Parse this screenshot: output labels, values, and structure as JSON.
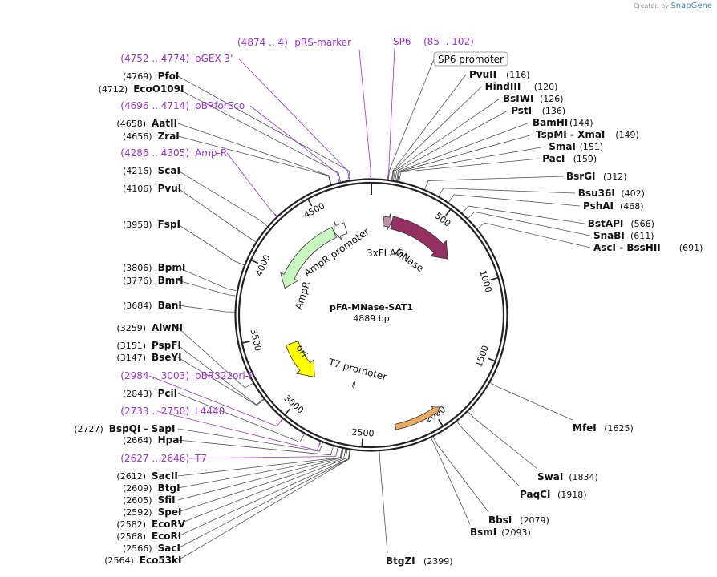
{
  "credit": {
    "prefix": "Created by",
    "brand": "SnapGene"
  },
  "plasmid": {
    "name": "pFA-MNase-SAT1",
    "length": "4889 bp",
    "total_bp": 4889
  },
  "colors": {
    "primer": "#a030d8",
    "mnase": "#963062",
    "flag": "#c48fa8",
    "ampr": "#c8f5c0",
    "ampr_promoter": "#ffffff",
    "ori": "#ffff00",
    "t7_promoter": "#ffffff",
    "orange_feature": "#e8a860"
  },
  "ticks": [
    {
      "bp": 500,
      "label": "500"
    },
    {
      "bp": 1000,
      "label": "1000"
    },
    {
      "bp": 1500,
      "label": "1500"
    },
    {
      "bp": 2000,
      "label": "2000"
    },
    {
      "bp": 2500,
      "label": "2500"
    },
    {
      "bp": 3000,
      "label": "3000"
    },
    {
      "bp": 3500,
      "label": "3500"
    },
    {
      "bp": 4000,
      "label": "4000"
    },
    {
      "bp": 4500,
      "label": "4500"
    }
  ],
  "features": [
    {
      "label": "MNase",
      "start": 170,
      "end": 730,
      "dir": "cw",
      "color": "#963062"
    },
    {
      "label": "3xFLAG",
      "start": 100,
      "end": 166,
      "dir": "cw",
      "color": "#c48fa8"
    },
    {
      "label": "AmpR",
      "start": 3900,
      "end": 4560,
      "dir": "ccw",
      "color": "#c8f5c0"
    },
    {
      "label": "AmpR promoter",
      "start": 4560,
      "end": 4665,
      "dir": "ccw",
      "color": "#ffffff"
    },
    {
      "label": "ori",
      "start": 3020,
      "end": 3400,
      "dir": "ccw",
      "color": "#ffff00"
    },
    {
      "label": "T7 promoter",
      "start": 2625,
      "end": 2645,
      "dir": "ccw",
      "color": "#ffffff"
    },
    {
      "label": "",
      "start": 1950,
      "end": 2280,
      "dir": "ccw",
      "color": "#e8a860"
    }
  ],
  "top_labels": [
    {
      "kind": "primer",
      "pos": "(4874 .. 4)",
      "name": "pRS-marker",
      "bp": 4885
    },
    {
      "kind": "primer",
      "pos": "(85 .. 102)",
      "name": "SP6",
      "bp": 93
    },
    {
      "kind": "box",
      "pos": "",
      "name": "SP6 promoter",
      "bp": 93
    }
  ],
  "right_labels": [
    {
      "name": "PvuII",
      "pos": "(116)",
      "bp": 116
    },
    {
      "name": "HindIII",
      "pos": "(120)",
      "bp": 120
    },
    {
      "name": "BsIWI",
      "pos": "(126)",
      "bp": 126
    },
    {
      "name": "PstI",
      "pos": "(136)",
      "bp": 136
    },
    {
      "name": "BamHI",
      "pos": "(144)",
      "bp": 144
    },
    {
      "name": "TspMI - XmaI",
      "pos": "(149)",
      "bp": 149
    },
    {
      "name": "SmaI",
      "pos": "(151)",
      "bp": 151
    },
    {
      "name": "PacI",
      "pos": "(159)",
      "bp": 159
    },
    {
      "name": "BsrGI",
      "pos": "(312)",
      "bp": 312
    },
    {
      "name": "Bsu36I",
      "pos": "(402)",
      "bp": 402
    },
    {
      "name": "PshAI",
      "pos": "(468)",
      "bp": 468
    },
    {
      "name": "BstAPI",
      "pos": "(566)",
      "bp": 566
    },
    {
      "name": "SnaBI",
      "pos": "(611)",
      "bp": 611
    },
    {
      "name": "AscI - BssHII",
      "pos": "(691)",
      "bp": 691
    }
  ],
  "right_lower_labels": [
    {
      "name": "MfeI",
      "pos": "(1625)",
      "bp": 1625
    },
    {
      "name": "SwaI",
      "pos": "(1834)",
      "bp": 1834
    },
    {
      "name": "PaqCI",
      "pos": "(1918)",
      "bp": 1918
    },
    {
      "name": "BbsI",
      "pos": "(2079)",
      "bp": 2079
    },
    {
      "name": "BsmI",
      "pos": "(2093)",
      "bp": 2093
    },
    {
      "name": "BtgZI",
      "pos": "(2399)",
      "bp": 2399
    }
  ],
  "left_labels": [
    {
      "kind": "primer",
      "name": "pGEX 3'",
      "pos": "(4752 .. 4774)",
      "bp": 4763
    },
    {
      "kind": "site",
      "name": "PfoI",
      "pos": "(4769)",
      "bp": 4769
    },
    {
      "kind": "site",
      "name": "EcoO109I",
      "pos": "(4712)",
      "bp": 4712
    },
    {
      "kind": "primer",
      "name": "pBRforEco",
      "pos": "(4696 .. 4714)",
      "bp": 4705
    },
    {
      "kind": "site",
      "name": "AatII",
      "pos": "(4658)",
      "bp": 4658
    },
    {
      "kind": "site",
      "name": "ZraI",
      "pos": "(4656)",
      "bp": 4656
    },
    {
      "kind": "primer",
      "name": "Amp-R",
      "pos": "(4286 .. 4305)",
      "bp": 4295
    },
    {
      "kind": "site",
      "name": "ScaI",
      "pos": "(4216)",
      "bp": 4216
    },
    {
      "kind": "site",
      "name": "PvuI",
      "pos": "(4106)",
      "bp": 4106
    },
    {
      "kind": "site",
      "name": "FspI",
      "pos": "(3958)",
      "bp": 3958
    },
    {
      "kind": "site",
      "name": "BpmI",
      "pos": "(3806)",
      "bp": 3806
    },
    {
      "kind": "site",
      "name": "BmrI",
      "pos": "(3776)",
      "bp": 3776
    },
    {
      "kind": "site",
      "name": "BanI",
      "pos": "(3684)",
      "bp": 3684
    },
    {
      "kind": "site",
      "name": "AlwNI",
      "pos": "(3259)",
      "bp": 3259
    },
    {
      "kind": "site",
      "name": "PspFI",
      "pos": "(3151)",
      "bp": 3151
    },
    {
      "kind": "site",
      "name": "BseYI",
      "pos": "(3147)",
      "bp": 3147
    },
    {
      "kind": "primer",
      "name": "pBR322ori-F",
      "pos": "(2984 .. 3003)",
      "bp": 2993
    },
    {
      "kind": "site",
      "name": "PciI",
      "pos": "(2843)",
      "bp": 2843
    },
    {
      "kind": "primer",
      "name": "L4440",
      "pos": "(2733 .. 2750)",
      "bp": 2741
    },
    {
      "kind": "site",
      "name": "BspQI - SapI",
      "pos": "(2727)",
      "bp": 2727
    },
    {
      "kind": "site",
      "name": "HpaI",
      "pos": "(2664)",
      "bp": 2664
    },
    {
      "kind": "primer",
      "name": "T7",
      "pos": "(2627 .. 2646)",
      "bp": 2636
    },
    {
      "kind": "site",
      "name": "SacII",
      "pos": "(2612)",
      "bp": 2612
    },
    {
      "kind": "site",
      "name": "BtgI",
      "pos": "(2609)",
      "bp": 2609
    },
    {
      "kind": "site",
      "name": "SfiI",
      "pos": "(2605)",
      "bp": 2605
    },
    {
      "kind": "site",
      "name": "SpeI",
      "pos": "(2592)",
      "bp": 2592
    },
    {
      "kind": "site",
      "name": "EcoRV",
      "pos": "(2582)",
      "bp": 2582
    },
    {
      "kind": "site",
      "name": "EcoRI",
      "pos": "(2568)",
      "bp": 2568
    },
    {
      "kind": "site",
      "name": "SacI",
      "pos": "(2566)",
      "bp": 2566
    },
    {
      "kind": "site",
      "name": "Eco53kI",
      "pos": "(2564)",
      "bp": 2564
    }
  ]
}
